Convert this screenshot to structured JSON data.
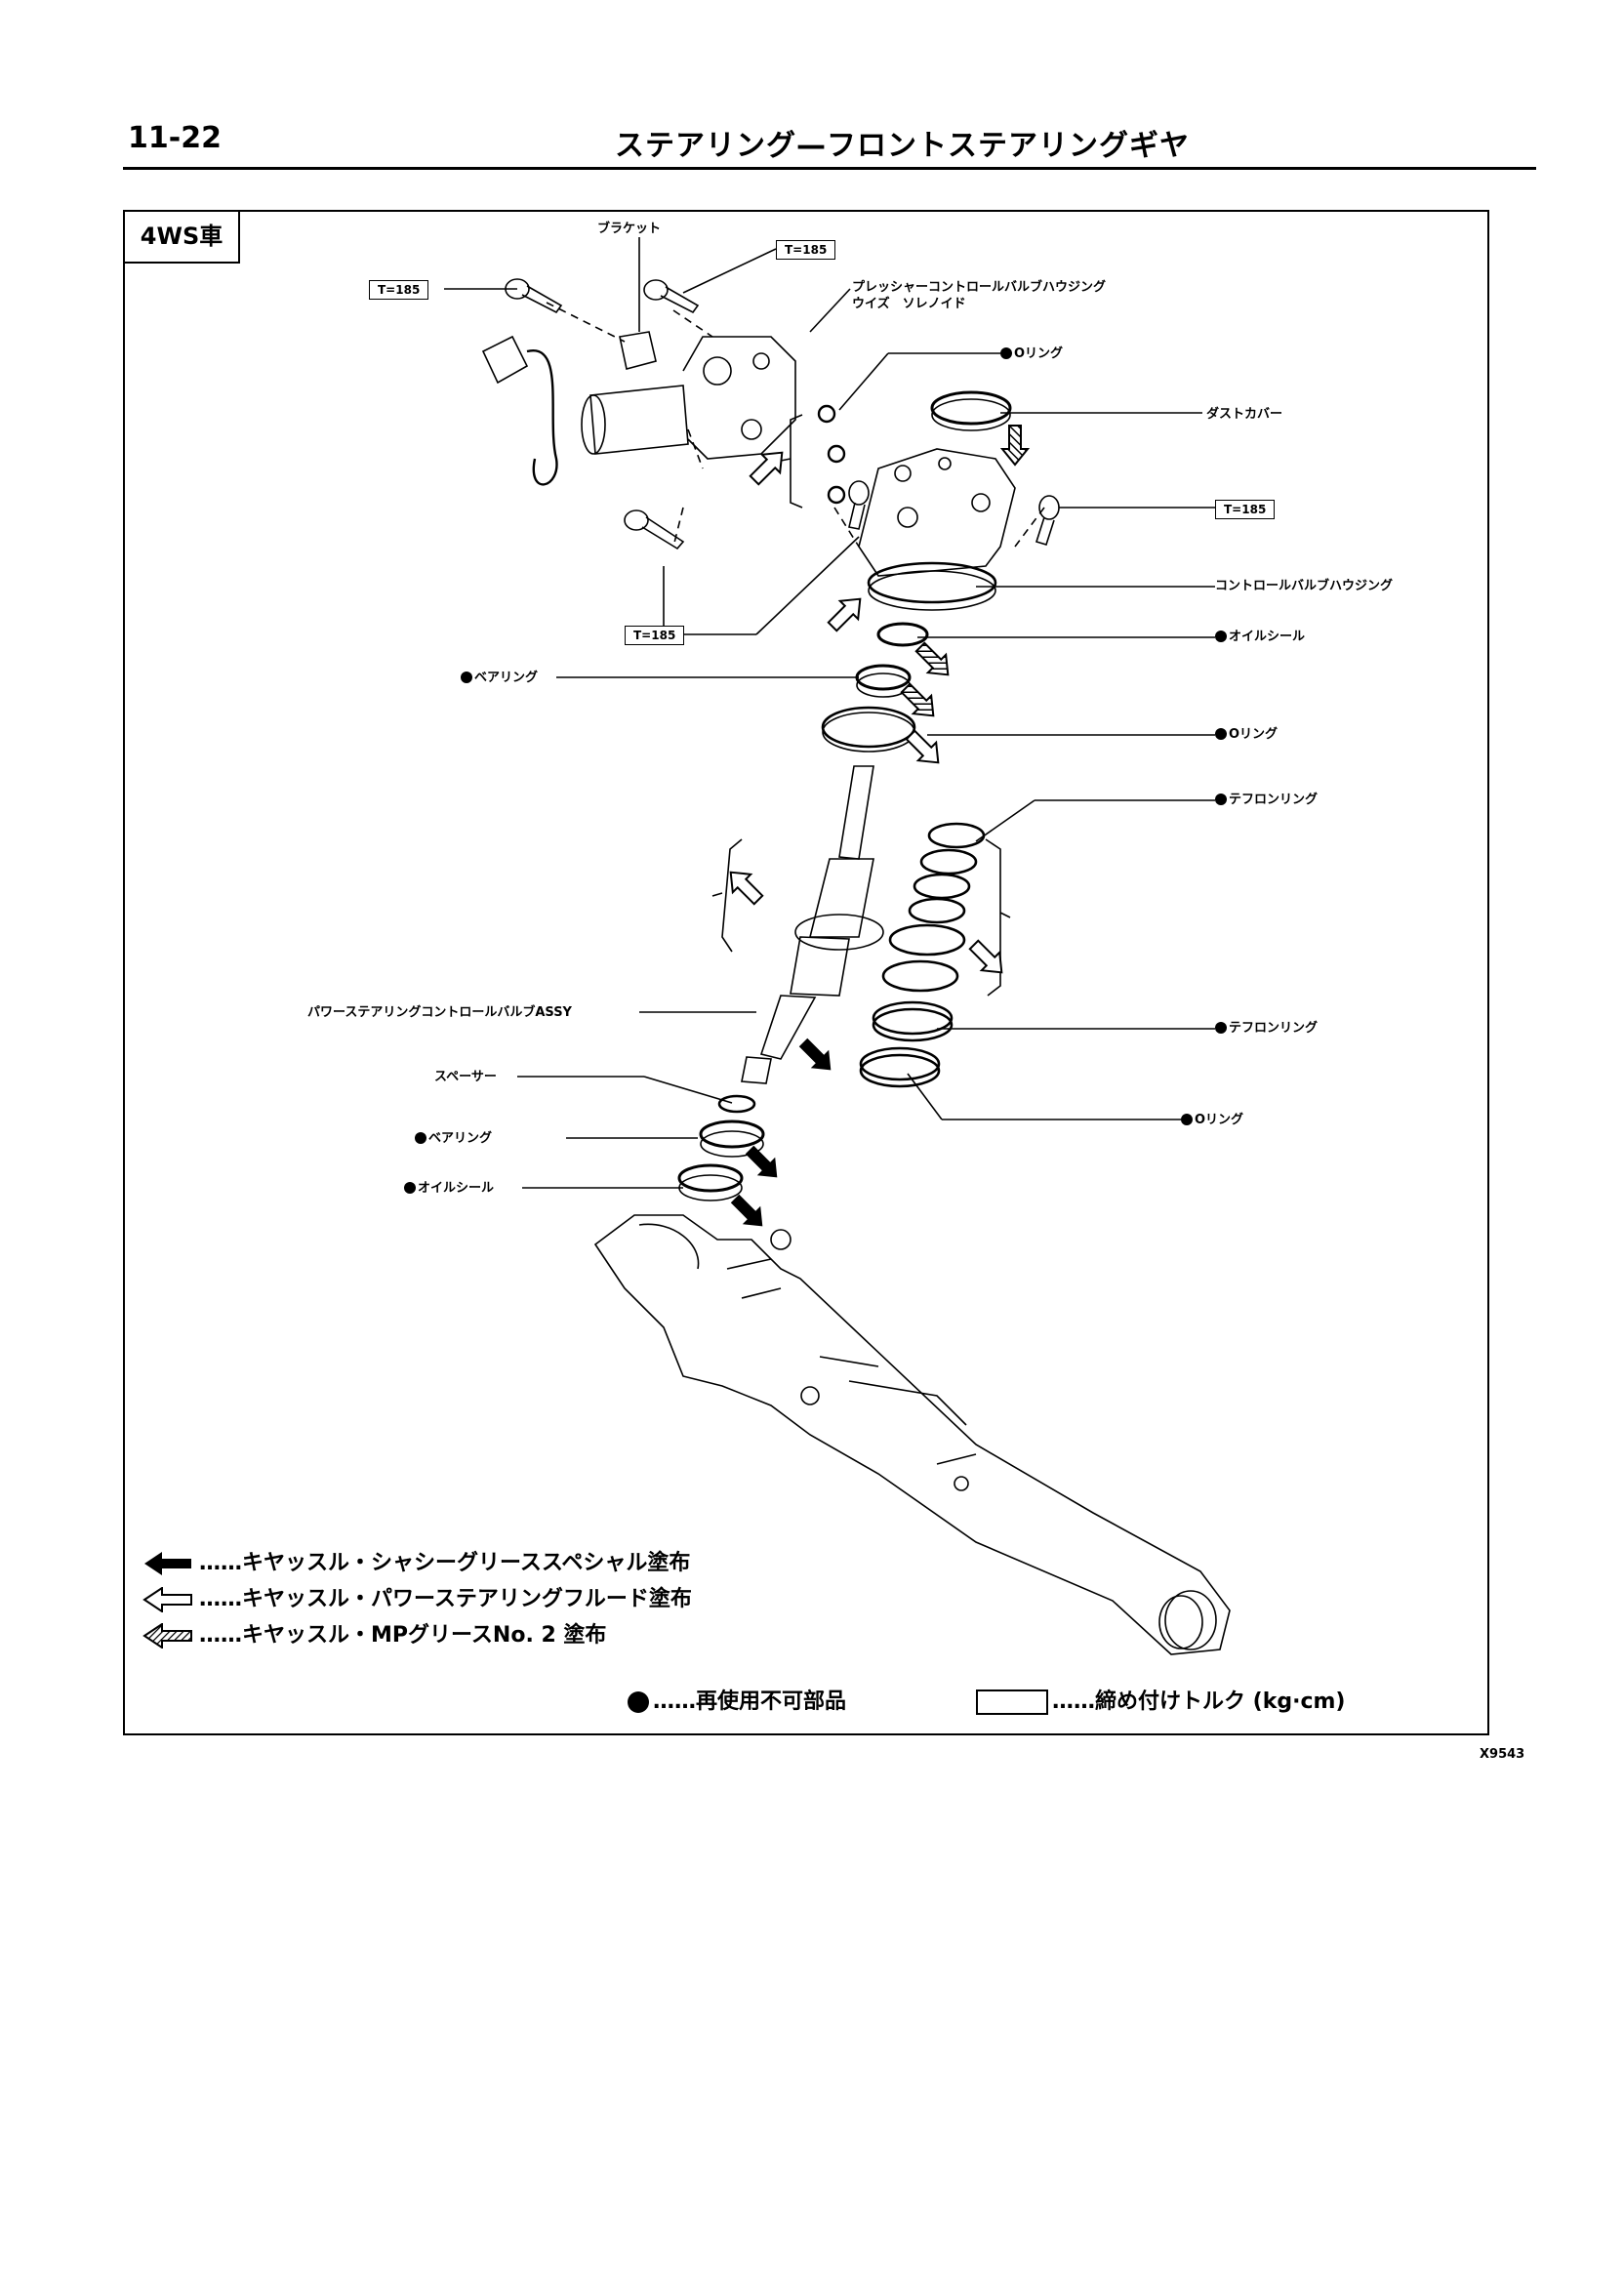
{
  "header": {
    "page_number": "11-22",
    "title": "ステアリング—フロントステアリングギヤ"
  },
  "variant_label": "4WS車",
  "torque": {
    "t1": "T=185",
    "t2": "T=185",
    "t3": "T=185",
    "t4": "T=185"
  },
  "labels": {
    "bracket": "ブラケット",
    "pcv_housing_line1": "プレッシャーコントロールバルブハウジング",
    "pcv_housing_line2": "ウイズ　ソレノイド",
    "o_ring_top": "Oリング",
    "dust_cover": "ダストカバー",
    "control_valve_housing": "コントロールバルブハウジング",
    "oil_seal_upper": "オイルシール",
    "bearing_upper": "ベアリング",
    "o_ring_mid": "Oリング",
    "teflon_ring_top": "テフロンリング",
    "control_valve_assy": "パワーステアリングコントロールバルブASSY",
    "teflon_ring_bottom": "テフロンリング",
    "spacer": "スペーサー",
    "o_ring_bottom": "Oリング",
    "bearing_lower": "ベアリング",
    "oil_seal_lower": "オイルシール"
  },
  "legend": [
    {
      "symbol": "black-arrow",
      "text": "……キヤッスル・シャシーグリーススペシャル塗布"
    },
    {
      "symbol": "white-arrow",
      "text": "……キヤッスル・パワーステアリングフルード塗布"
    },
    {
      "symbol": "hatched-arrow",
      "text": "……キヤッスル・MPグリースNo. 2 塗布"
    }
  ],
  "footnotes": {
    "non_reusable": "……再使用不可部品",
    "torque": "……締め付けトルク (kg·cm)"
  },
  "figure_code": "X9543"
}
